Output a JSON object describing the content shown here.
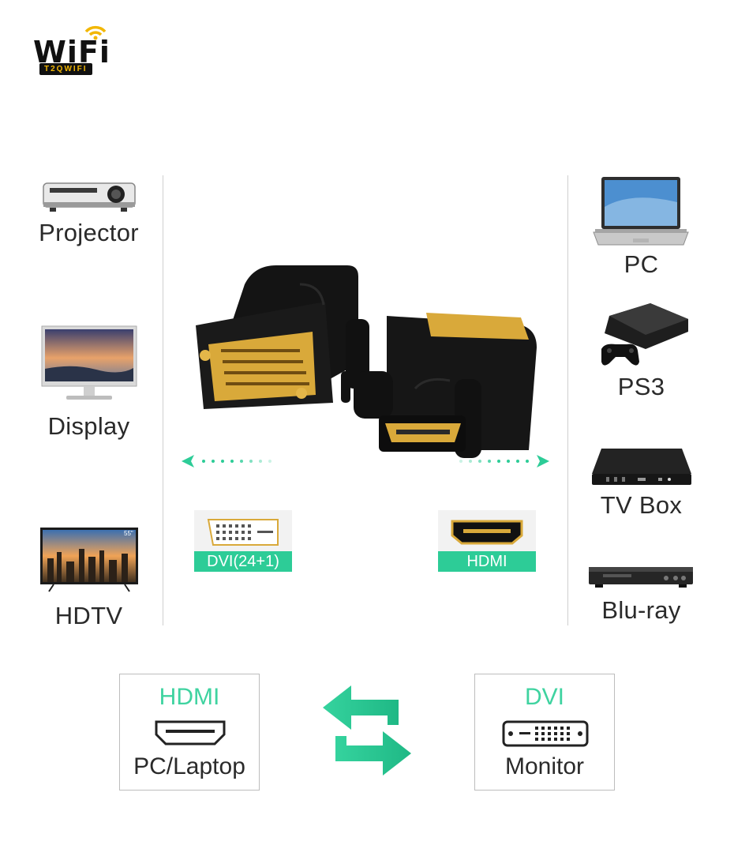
{
  "logo": {
    "word": "WiFi",
    "sub": "T2QWIFI"
  },
  "left_devices": [
    {
      "label": "Projector",
      "icon": "projector-icon"
    },
    {
      "label": "Display",
      "icon": "display-icon"
    },
    {
      "label": "HDTV",
      "icon": "hdtv-icon"
    }
  ],
  "right_devices": [
    {
      "label": "PC",
      "icon": "laptop-icon"
    },
    {
      "label": "PS3",
      "icon": "ps3-icon"
    },
    {
      "label": "TV Box",
      "icon": "tv-box-icon"
    },
    {
      "label": "Blu-ray",
      "icon": "blu-ray-icon"
    }
  ],
  "port_tags": {
    "dvi": "DVI(24+1)",
    "hdmi": "HDMI"
  },
  "tv_badge": "55\"",
  "bottom": {
    "left": {
      "title": "HDMI",
      "subtitle": "PC/Laptop"
    },
    "right": {
      "title": "DVI",
      "subtitle": "Monitor"
    }
  },
  "colors": {
    "accent": "#2dcc97",
    "connector_gold": "#d9a93a",
    "body": "#141414"
  }
}
